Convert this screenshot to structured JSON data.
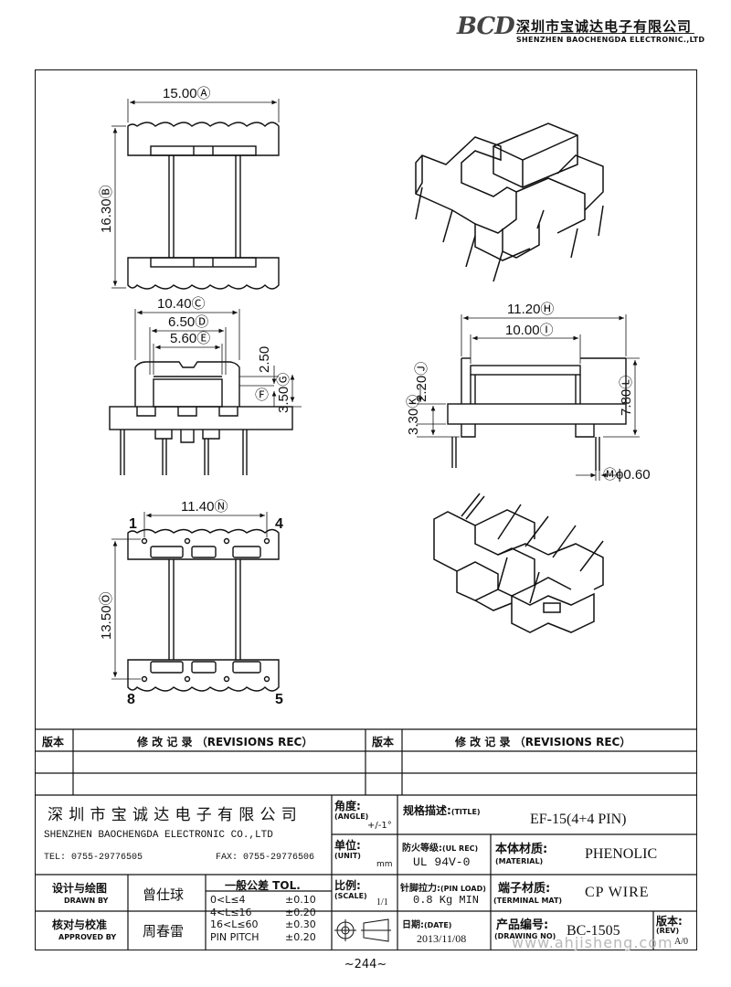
{
  "header": {
    "logo": "BCD",
    "company_cn": "深圳市宝诚达电子有限公司",
    "company_en": "SHENZHEN BAOCHENGDA ELECTRONIC.,LTD"
  },
  "dimensions": {
    "A": "15.00Ⓐ",
    "B": "16.30Ⓑ",
    "C": "10.40Ⓒ",
    "D": "6.50Ⓓ",
    "E": "5.60Ⓔ",
    "F_val": "2.50",
    "F": "Ⓕ",
    "G": "3.50Ⓖ",
    "H": "11.20Ⓗ",
    "I": "10.00Ⓘ",
    "J": "2.20Ⓙ",
    "K": "3.30Ⓚ",
    "L": "7.80Ⓛ",
    "M": "Ⓜ",
    "M_val": "ϕ0.60",
    "N": "11.40Ⓝ",
    "O": "13.50Ⓞ"
  },
  "pins": {
    "p1": "1",
    "p4": "4",
    "p8": "8",
    "p5": "5"
  },
  "revisions": {
    "col1": "版本",
    "col2": "修  改  记  录  （REVISIONS REC）",
    "col3": "版本",
    "col4": "修  改  记  录  （REVISIONS REC）"
  },
  "titleblock": {
    "company_cn": "深 圳 市 宝 诚 达 电 子 有 限 公 司",
    "company_en": "SHENZHEN BAOCHENGDA ELECTRONIC CO.,LTD",
    "tel": "TEL: 0755-29776505",
    "fax": "FAX: 0755-29776506",
    "angle_cn": "角度:",
    "angle_en": "(ANGLE)",
    "angle_val": "+/-1°",
    "unit_cn": "单位:",
    "unit_en": "(UNIT)",
    "unit_val": "mm",
    "scale_cn": "比例:",
    "scale_en": "(SCALE)",
    "scale_val": "1/1",
    "title_cn": "规格描述:",
    "title_en": "(TITLE)",
    "title_val": "EF-15(4+4 PIN)",
    "ul_cn": "防火等级:",
    "ul_en": "(UL REC)",
    "ul_val": "UL 94V-0",
    "material_cn": "本体材质:",
    "material_en": "(MATERIAL)",
    "material_val": "PHENOLIC",
    "pinload_cn": "针脚拉力:",
    "pinload_en": "(PIN LOAD)",
    "pinload_val": "0.8 Kg MIN",
    "terminal_cn": "端子材质:",
    "terminal_en": "(TERMINAL MAT)",
    "terminal_val": "CP WIRE",
    "date_cn": "日期:",
    "date_en": "(DATE)",
    "date_val": "2013/11/08",
    "drawno_cn": "产品编号:",
    "drawno_en": "(DRAWING NO)",
    "drawno_val": "BC-1505",
    "rev_cn": "版本:",
    "rev_en": "(REV)",
    "rev_val": "A/0",
    "drawn_cn": "设计与绘图",
    "drawn_en": "DRAWN BY",
    "drawn_val": "曾仕球",
    "approved_cn": "核对与校准",
    "approved_en": "APPROVED BY",
    "approved_val": "周春雷",
    "tol_title": "一般公差 TOL.",
    "tol": [
      {
        "range": "0<L≤4",
        "val": "±0.10"
      },
      {
        "range": "4<L≤16",
        "val": "±0.20"
      },
      {
        "range": "16<L≤60",
        "val": "±0.30"
      },
      {
        "range": "PIN PITCH",
        "val": "±0.20"
      }
    ]
  },
  "watermark": "www.ahjisheng.com",
  "footer": {
    "page": "~244~"
  }
}
